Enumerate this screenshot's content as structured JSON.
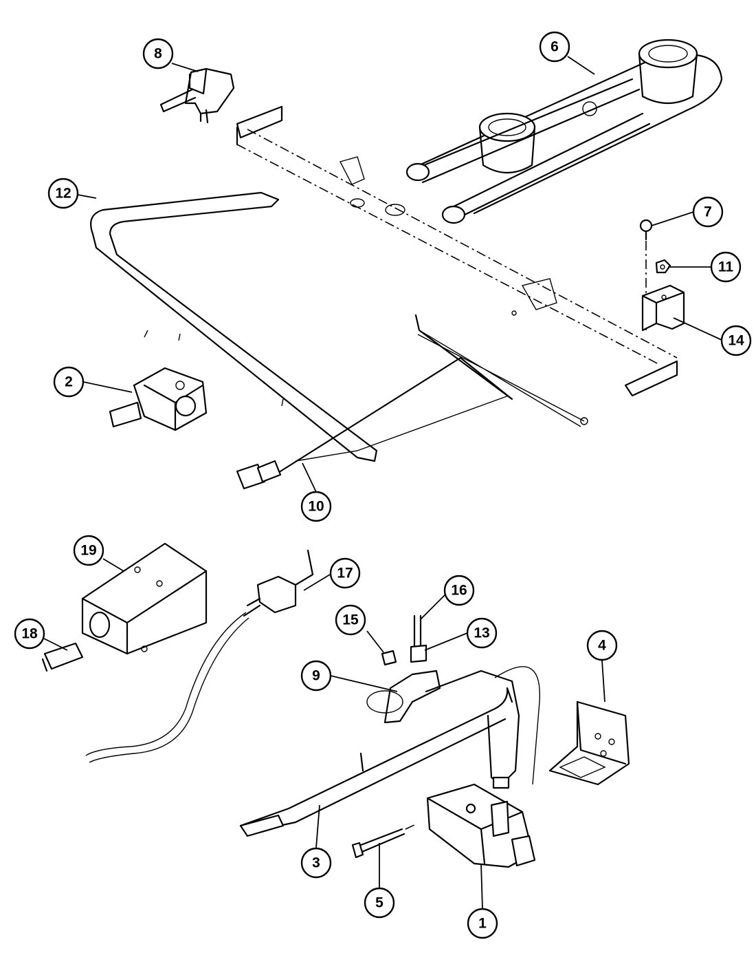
{
  "callouts": [
    {
      "id": "8",
      "label": "8"
    },
    {
      "id": "6",
      "label": "6"
    },
    {
      "id": "7",
      "label": "7"
    },
    {
      "id": "11",
      "label": "11"
    },
    {
      "id": "14",
      "label": "14"
    },
    {
      "id": "12",
      "label": "12"
    },
    {
      "id": "2",
      "label": "2"
    },
    {
      "id": "10",
      "label": "10"
    },
    {
      "id": "19",
      "label": "19"
    },
    {
      "id": "17",
      "label": "17"
    },
    {
      "id": "16",
      "label": "16"
    },
    {
      "id": "15",
      "label": "15"
    },
    {
      "id": "13",
      "label": "13"
    },
    {
      "id": "18",
      "label": "18"
    },
    {
      "id": "9",
      "label": "9"
    },
    {
      "id": "4",
      "label": "4"
    },
    {
      "id": "3",
      "label": "3"
    },
    {
      "id": "5",
      "label": "5"
    },
    {
      "id": "1",
      "label": "1"
    }
  ]
}
